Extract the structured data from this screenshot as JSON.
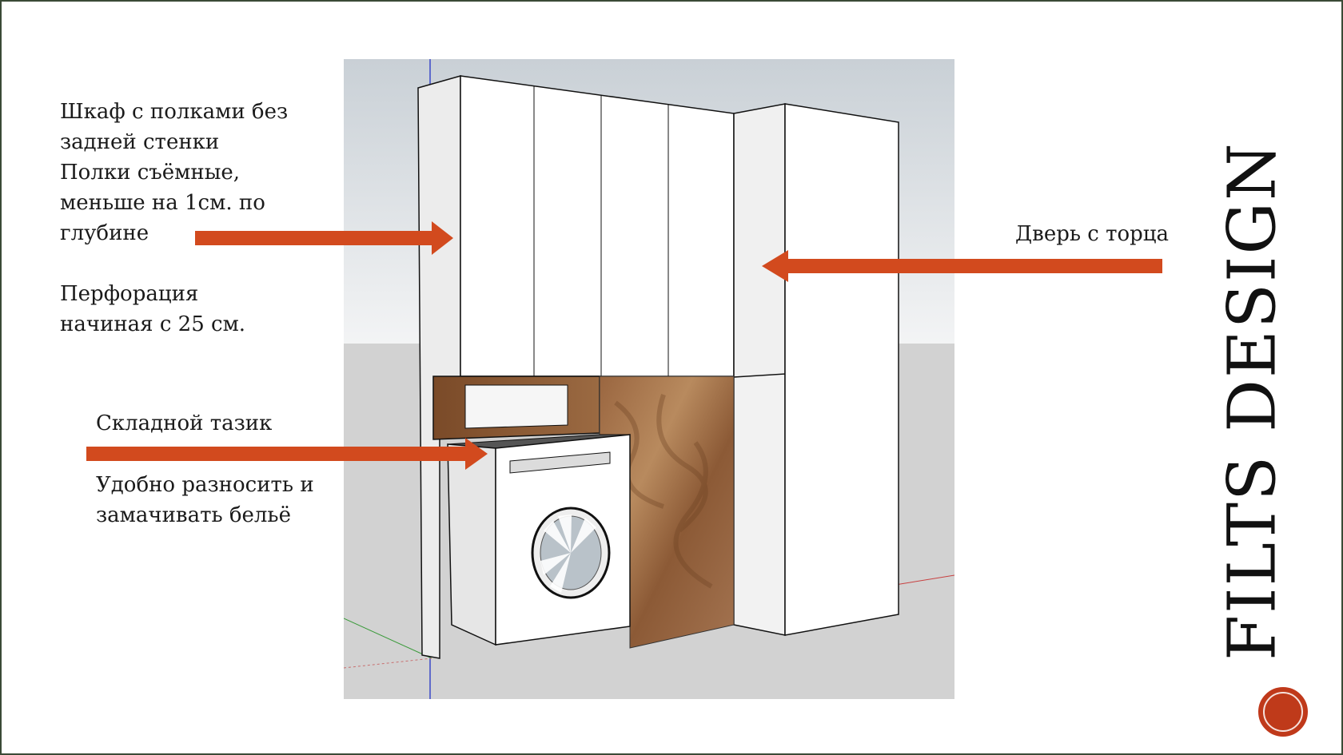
{
  "notes": {
    "cabinet": "Шкаф с полками без\nзадней стенки\nПолки съёмные,\nменьше на 1см. по\nглубине",
    "perforation": "Перфорация\nначиная с 25 см.",
    "basin": "Складной тазик",
    "carry": "Удобно разносить и\nзамачивать бельё",
    "door": "Дверь с торца"
  },
  "brand": {
    "name": "FILTS DESIGN"
  },
  "colors": {
    "arrow": "#d24a1e",
    "frame": "#3a4a36",
    "wood": "#8a5a32",
    "brand_circle": "#bf3a1a"
  }
}
